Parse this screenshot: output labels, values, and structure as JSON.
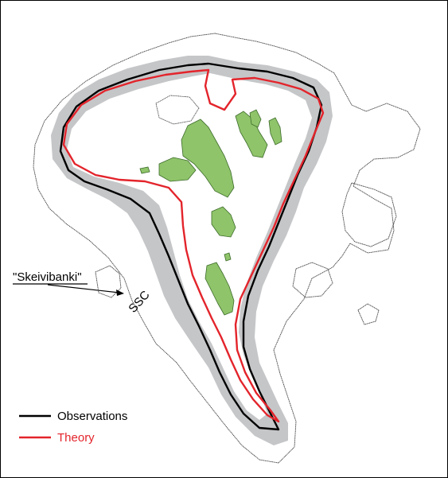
{
  "labels": {
    "bank_name": "\"Skeivibanki\"",
    "ssc": "SSC"
  },
  "legend": [
    {
      "key": "observations",
      "label": "Observations",
      "color": "#000000"
    },
    {
      "key": "theory",
      "label": "Theory",
      "color": "#e3242b"
    }
  ],
  "colors": {
    "band": "#c5c6c8",
    "inner": "#ffffff",
    "island": "#8fc46a",
    "island_stroke": "#3c6b2a",
    "contour": "#333333",
    "observations": "#000000",
    "theory": "#e3242b"
  }
}
